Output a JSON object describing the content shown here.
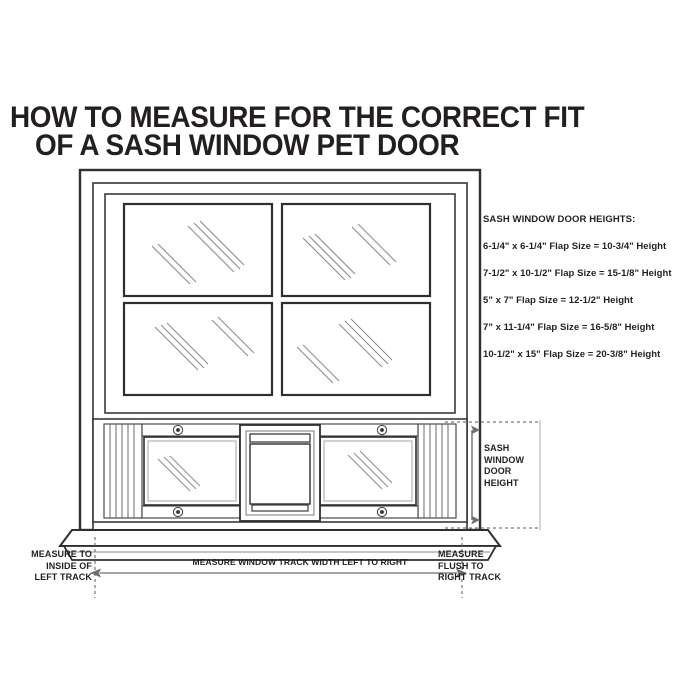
{
  "title": {
    "line1": "HOW TO MEASURE FOR THE CORRECT FIT",
    "line2": "OF A SASH WINDOW PET DOOR"
  },
  "specs": {
    "heading": "SASH WINDOW DOOR HEIGHTS:",
    "rows": [
      "6-1/4\" x 6-1/4\" Flap Size = 10-3/4\" Height",
      "7-1/2\" x 10-1/2\" Flap Size = 15-1/8\" Height",
      "5\" x 7\" Flap Size = 12-1/2\" Height",
      "7\" x 11-1/4\" Flap Size = 16-5/8\" Height",
      "10-1/2\" x 15\" Flap Size = 20-3/8\" Height"
    ]
  },
  "callouts": {
    "left": "MEASURE TO INSIDE OF LEFT TRACK",
    "left_lines": [
      "MEASURE TO",
      "INSIDE OF",
      "LEFT TRACK"
    ],
    "right": "MEASURE FLUSH TO RIGHT TRACK",
    "right_lines": [
      "MEASURE",
      "FLUSH TO",
      "RIGHT TRACK"
    ],
    "width": "MEASURE WINDOW TRACK WIDTH LEFT TO RIGHT",
    "height_lines": [
      "SASH",
      "WINDOW",
      "DOOR",
      "HEIGHT"
    ]
  },
  "colors": {
    "ink": "#231f20",
    "line": "#3a3a3a",
    "light_line": "#8a8a8a",
    "background": "#ffffff"
  },
  "diagram": {
    "name": "sash-window-with-pet-door-elevation"
  }
}
